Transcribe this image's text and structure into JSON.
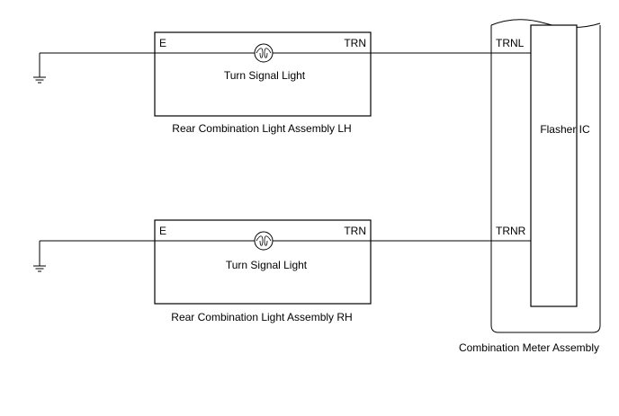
{
  "lh_assembly": {
    "pin_e": "E",
    "pin_trn": "TRN",
    "bulb_label": "Turn Signal Light",
    "assembly_label": "Rear Combination Light Assembly LH"
  },
  "rh_assembly": {
    "pin_e": "E",
    "pin_trn": "TRN",
    "bulb_label": "Turn Signal Light",
    "assembly_label": "Rear Combination Light Assembly RH"
  },
  "meter": {
    "pin_trnl": "TRNL",
    "pin_trnr": "TRNR",
    "flasher_label": "Flasher IC",
    "assembly_label": "Combination Meter Assembly"
  },
  "icons": {
    "ground": "ground-icon",
    "bulb": "bulb-icon"
  }
}
